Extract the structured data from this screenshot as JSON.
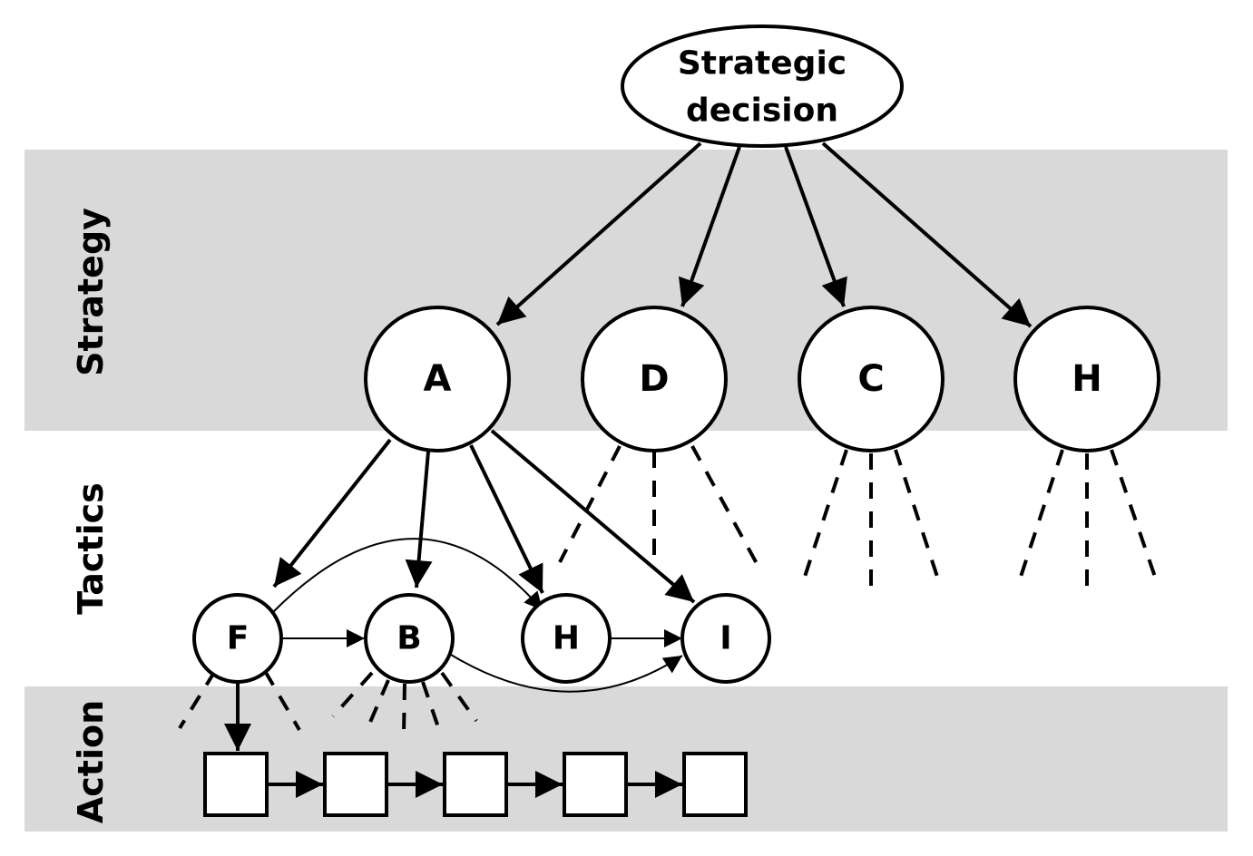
{
  "bands": {
    "strategy": "Strategy",
    "tactics": "Tactics",
    "action": "Action"
  },
  "root": {
    "line1": "Strategic",
    "line2": "decision"
  },
  "strategy_nodes": [
    "A",
    "D",
    "C",
    "H"
  ],
  "tactic_nodes": [
    "F",
    "B",
    "H",
    "I"
  ],
  "action_count": 5
}
